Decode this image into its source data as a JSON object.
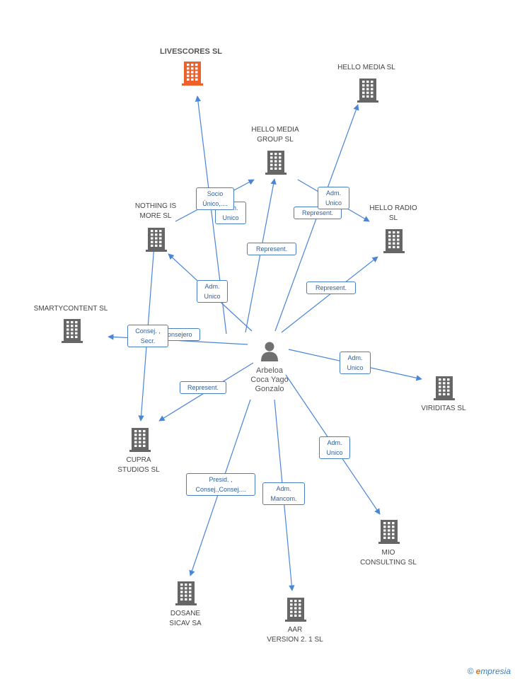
{
  "colors": {
    "edge": "#4a85d6",
    "building": "#666666",
    "building_main": "#f0602a",
    "person": "#707070"
  },
  "person": {
    "name": "Arbeloa\nCoca Yago\nGonzalo",
    "icon": "person-icon"
  },
  "companies": [
    {
      "id": "livescores",
      "label": "LIVESCORES SL",
      "main": true
    },
    {
      "id": "hello_media",
      "label": "HELLO MEDIA SL"
    },
    {
      "id": "hello_media_group",
      "label": "HELLO MEDIA\nGROUP  SL"
    },
    {
      "id": "nothing_is_more",
      "label": "NOTHING IS\nMORE SL"
    },
    {
      "id": "hello_radio",
      "label": "HELLO RADIO\nSL"
    },
    {
      "id": "smartycontent",
      "label": "SMARTYCONTENT SL"
    },
    {
      "id": "viriditas",
      "label": "VIRIDITAS SL"
    },
    {
      "id": "cupra",
      "label": "CUPRA\nSTUDIOS SL"
    },
    {
      "id": "mio",
      "label": "MIO\nCONSULTING SL"
    },
    {
      "id": "dosane",
      "label": "DOSANE\nSICAV SA"
    },
    {
      "id": "aar",
      "label": "AAR\nVERSION 2. 1 SL"
    }
  ],
  "edge_labels": [
    {
      "id": "e_livescores",
      "text": "Socio\nÚnico,...."
    },
    {
      "id": "e_nothing_to_group",
      "text": "Adm.\nUnico"
    },
    {
      "id": "e_group",
      "text": "Represent."
    },
    {
      "id": "e_hello_media",
      "text": "Adm.\nUnico"
    },
    {
      "id": "e_hello_media_repr",
      "text": "Represent."
    },
    {
      "id": "e_hello_radio",
      "text": "Represent."
    },
    {
      "id": "e_nothing",
      "text": "Adm.\nUnico"
    },
    {
      "id": "e_smarty_consejero",
      "text": "Consejero"
    },
    {
      "id": "e_nothing_smarty",
      "text": "Consej. ,\nSecr."
    },
    {
      "id": "e_cupra",
      "text": "Represent."
    },
    {
      "id": "e_viriditas",
      "text": "Adm.\nUnico"
    },
    {
      "id": "e_mio",
      "text": "Adm.\nUnico"
    },
    {
      "id": "e_dosane",
      "text": "Presid. ,\nConsej.,Consej...."
    },
    {
      "id": "e_aar",
      "text": "Adm.\nMancom."
    }
  ],
  "footer": {
    "copyright": "©",
    "brand_e": "e",
    "brand_rest": "mpresia"
  }
}
